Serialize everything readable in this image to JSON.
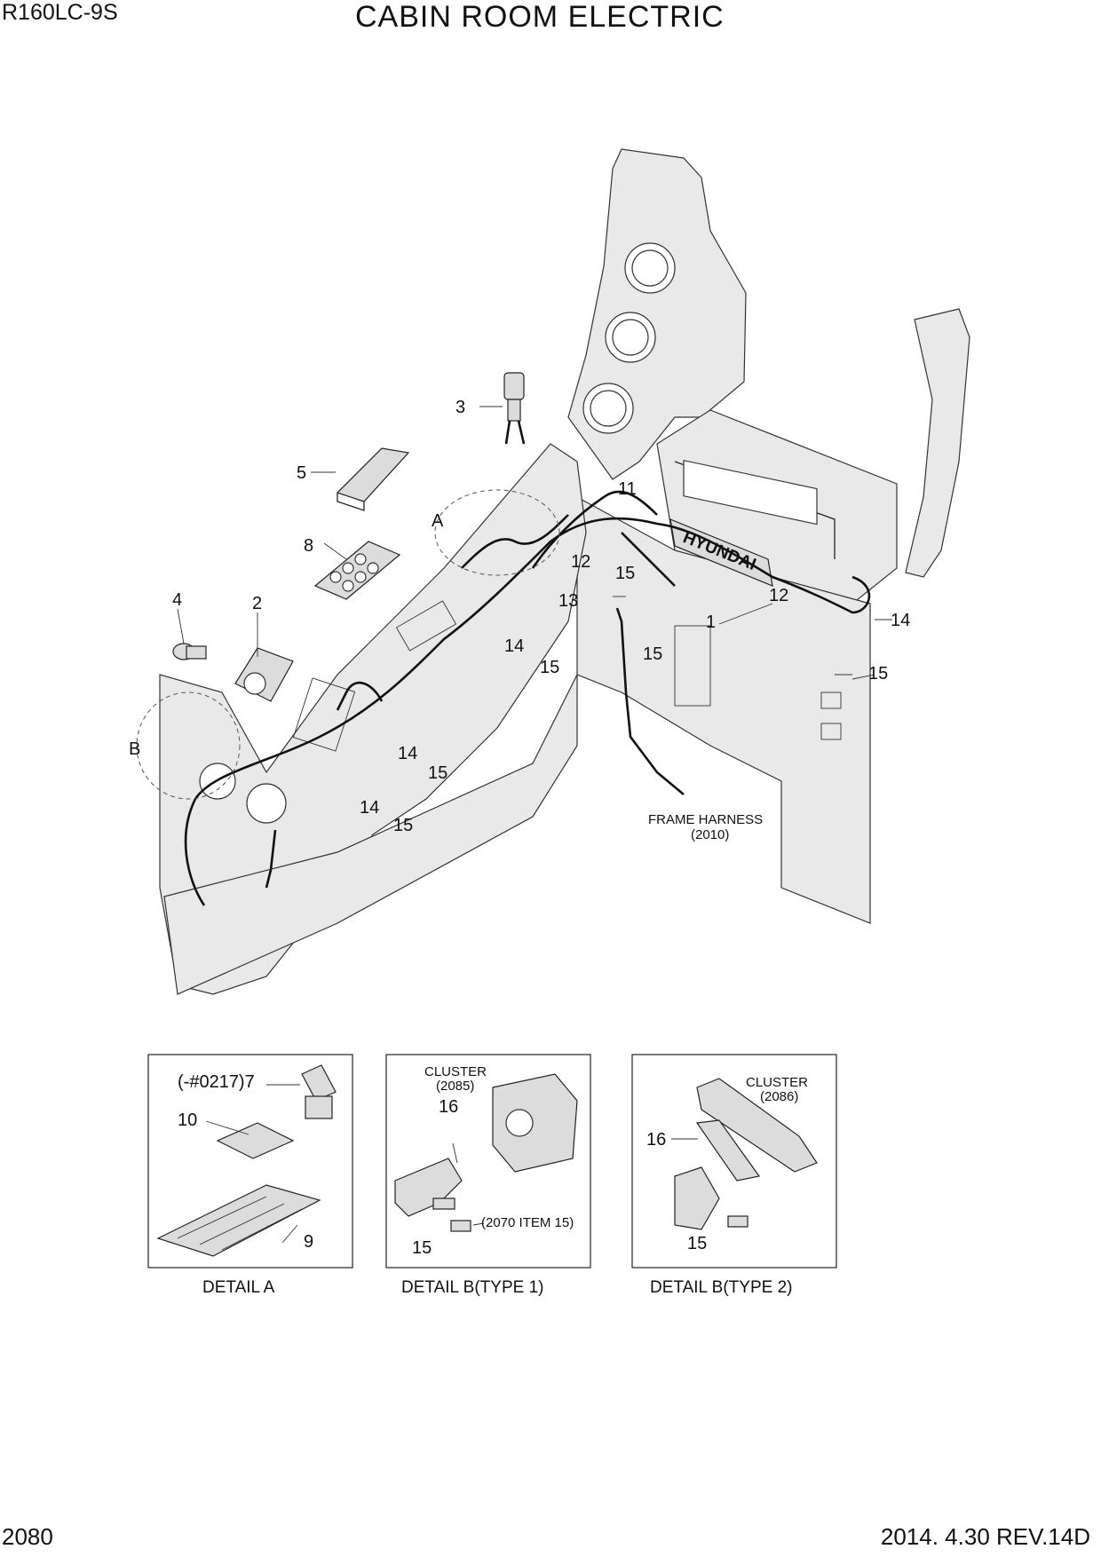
{
  "header": {
    "model": "R160LC-9S",
    "title": "CABIN ROOM ELECTRIC"
  },
  "footer": {
    "page_number": "2080",
    "revision": "2014. 4.30  REV.14D"
  },
  "main_view": {
    "brand_plate": "HYUNDAI",
    "frame_harness_label": "FRAME HARNESS",
    "frame_harness_ref": "(2010)",
    "detail_markers": {
      "a": "A",
      "b": "B"
    },
    "callouts": [
      "1",
      "2",
      "3",
      "4",
      "5",
      "8",
      "11",
      "12",
      "12",
      "13",
      "14",
      "14",
      "14",
      "14",
      "15",
      "15",
      "15",
      "15",
      "15",
      "15"
    ]
  },
  "details": {
    "detail_a": {
      "caption": "DETAIL  A",
      "serial_label": "(-#0217)7",
      "callout_10": "10",
      "callout_9": "9"
    },
    "detail_b1": {
      "caption": "DETAIL  B(TYPE 1)",
      "cluster_label": "CLUSTER",
      "cluster_ref": "(2085)",
      "callout_16": "16",
      "callout_15": "15",
      "item_ref": "(2070 ITEM 15)"
    },
    "detail_b2": {
      "caption": "DETAIL  B(TYPE 2)",
      "cluster_label": "CLUSTER",
      "cluster_ref": "(2086)",
      "callout_16": "16",
      "callout_15": "15"
    }
  }
}
